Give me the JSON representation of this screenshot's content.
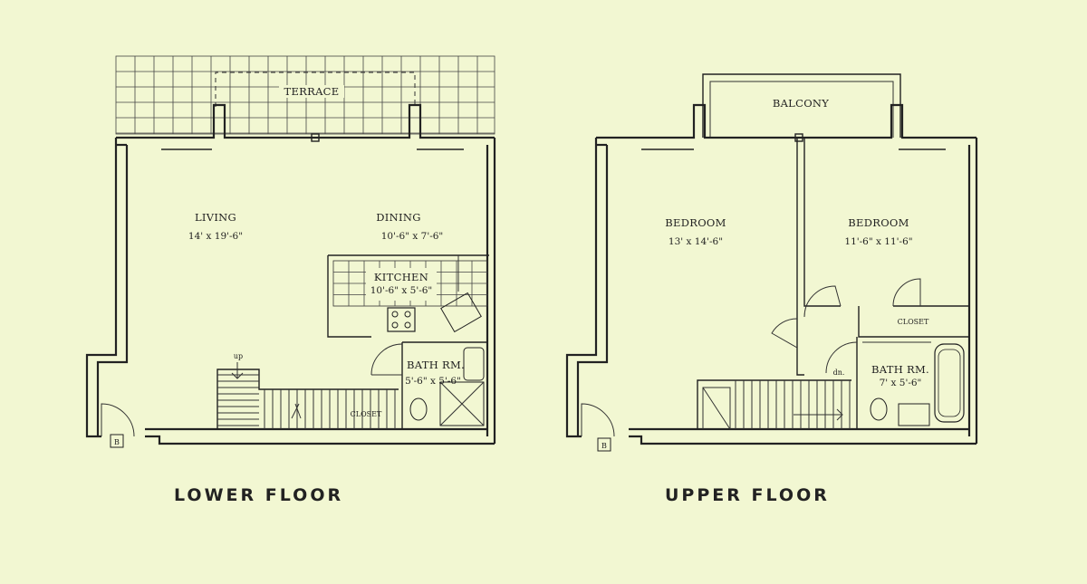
{
  "lower_floor": {
    "title": "LOWER FLOOR",
    "terrace": "TERRACE",
    "living": {
      "name": "LIVING",
      "dims": "14' x 19'-6\""
    },
    "dining": {
      "name": "DINING",
      "dims": "10'-6\" x 7'-6\""
    },
    "kitchen": {
      "name": "KITCHEN",
      "dims": "10'-6\" x 5'-6\""
    },
    "bath": {
      "name": "BATH RM.",
      "dims": "5'-6\" x 5'-6\""
    },
    "closet": "CLOSET",
    "stair_note": "up",
    "b_marker": "B"
  },
  "upper_floor": {
    "title": "UPPER FLOOR",
    "balcony": "BALCONY",
    "bedroom1": {
      "name": "BEDROOM",
      "dims": "13' x 14'-6\""
    },
    "bedroom2": {
      "name": "BEDROOM",
      "dims": "11'-6\" x 11'-6\""
    },
    "bath": {
      "name": "BATH RM.",
      "dims": "7' x 5'-6\""
    },
    "closet": "CLOSET",
    "stair_note": "dn.",
    "b_marker": "B"
  }
}
